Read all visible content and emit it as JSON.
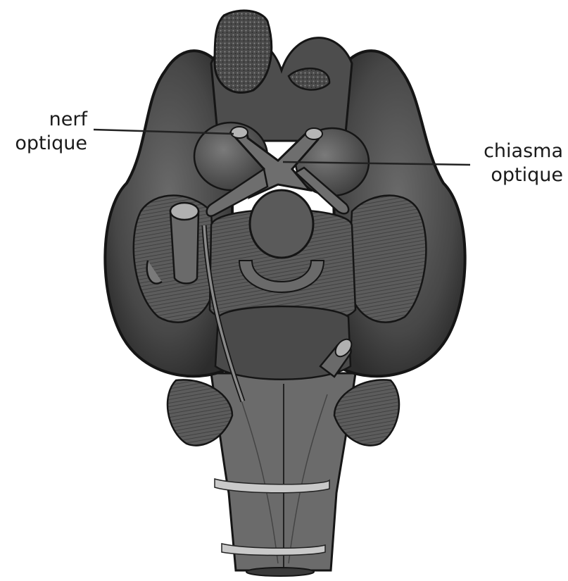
{
  "labels": {
    "optic_nerve": {
      "line1": "nerf",
      "line2": "optique"
    },
    "optic_chiasm": {
      "line1": "chiasma",
      "line2": "optique"
    }
  },
  "colors": {
    "tissue_dark": "#2e2e2e",
    "tissue_mid": "#5a5a5a",
    "tissue_light": "#8a8a8a",
    "outline": "#151515",
    "leader_line": "#222222",
    "background": "#ffffff"
  }
}
